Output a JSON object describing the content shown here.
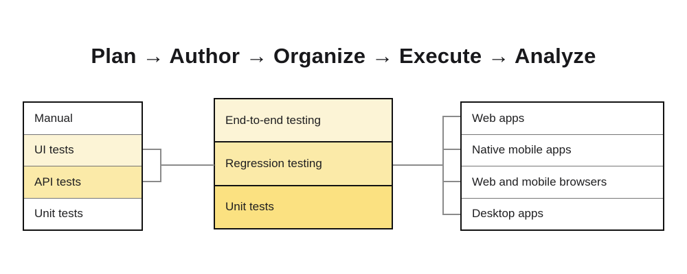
{
  "title": {
    "text": "Plan → Author → Organize → Execute → Analyze"
  },
  "boxes": {
    "left": {
      "name": "test-types",
      "rows": [
        {
          "label": "Manual",
          "fill": "white"
        },
        {
          "label": "UI tests",
          "fill": "cream"
        },
        {
          "label": "API tests",
          "fill": "butter"
        },
        {
          "label": "Unit tests",
          "fill": "white"
        }
      ]
    },
    "middle": {
      "name": "testing-levels",
      "rows": [
        {
          "label": "End-to-end testing",
          "fill": "cream"
        },
        {
          "label": "Regression testing",
          "fill": "butter"
        },
        {
          "label": "Unit tests",
          "fill": "golden"
        }
      ]
    },
    "right": {
      "name": "application-targets",
      "rows": [
        {
          "label": "Web apps",
          "fill": "white"
        },
        {
          "label": "Native mobile apps",
          "fill": "white"
        },
        {
          "label": "Web and mobile browsers",
          "fill": "white"
        },
        {
          "label": "Desktop apps",
          "fill": "white"
        }
      ]
    }
  },
  "colors": {
    "background": "#FFFFFF",
    "cream": "#FCF4D6",
    "butter": "#FBEAA8",
    "golden": "#FBE181",
    "box_border": "#111111",
    "divider_gray": "#757575",
    "connector_gray": "#8A8A8A",
    "title_text": "#18181B",
    "row_text": "#1D1D1F"
  }
}
